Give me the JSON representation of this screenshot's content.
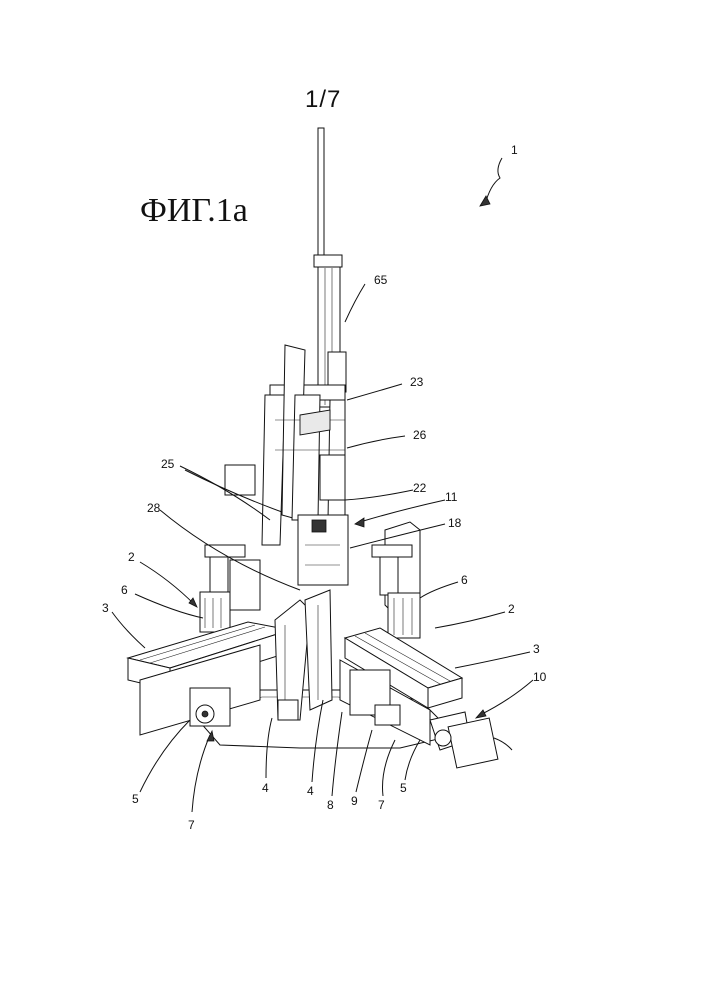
{
  "sheet": {
    "page_number": "1/7",
    "figure_title": "ФИГ.1a"
  },
  "reference_numerals": {
    "r1": "1",
    "r65": "65",
    "r23": "23",
    "r26": "26",
    "r25": "25",
    "r22": "22",
    "r11": "11",
    "r28": "28",
    "r18": "18",
    "r2_left": "2",
    "r2_right": "2",
    "r6_left": "6",
    "r6_right": "6",
    "r3_left": "3",
    "r3_right": "3",
    "r10": "10",
    "r5_left": "5",
    "r5_right": "5",
    "r7_left": "7",
    "r7_right": "7",
    "r4_left": "4",
    "r4_right": "4",
    "r8": "8",
    "r9": "9"
  }
}
